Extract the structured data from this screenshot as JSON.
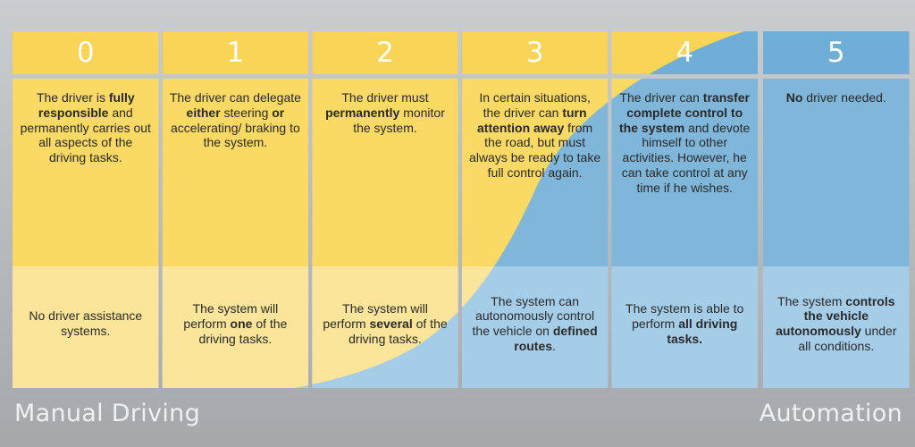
{
  "colors": {
    "yellow": "#fbd965",
    "yellow_light": "#fbe59a",
    "blue": "#7fb6da",
    "blue_light": "#a5cde8",
    "header_yellow": "#f9d457",
    "header_blue": "#6faed8"
  },
  "levels": [
    {
      "number": "0",
      "top": [
        {
          "t": "The driver is "
        },
        {
          "b": "fully responsible"
        },
        {
          "t": " and permanently carries out all aspects of the driving tasks."
        }
      ],
      "bottom": [
        {
          "t": "No driver assistance systems."
        }
      ]
    },
    {
      "number": "1",
      "top": [
        {
          "t": "The driver can delegate "
        },
        {
          "b": "either"
        },
        {
          "t": " steering "
        },
        {
          "b": "or"
        },
        {
          "t": " accelerating/ braking to the system."
        }
      ],
      "bottom": [
        {
          "t": "The system will perform "
        },
        {
          "b": "one"
        },
        {
          "t": " of the driving tasks."
        }
      ]
    },
    {
      "number": "2",
      "top": [
        {
          "t": "The driver must "
        },
        {
          "b": "permanently"
        },
        {
          "t": " monitor the system."
        }
      ],
      "bottom": [
        {
          "t": "The system will perform "
        },
        {
          "b": "several"
        },
        {
          "t": " of the driving tasks."
        }
      ]
    },
    {
      "number": "3",
      "top": [
        {
          "t": "In certain situations, the driver can "
        },
        {
          "b": "turn attention away"
        },
        {
          "t": " from the road, but must always be ready to take full control again."
        }
      ],
      "bottom": [
        {
          "t": "The system can autonomously control the vehicle on "
        },
        {
          "b": "defined routes"
        },
        {
          "t": "."
        }
      ]
    },
    {
      "number": "4",
      "top": [
        {
          "t": "The driver can "
        },
        {
          "b": "transfer complete control to the system"
        },
        {
          "t": " and devote himself to other activities. However, he can take control at any time if he wishes."
        }
      ],
      "bottom": [
        {
          "t": "The system is able to perform "
        },
        {
          "b": "all driving tasks."
        }
      ]
    },
    {
      "number": "5",
      "top": [
        {
          "b": "No"
        },
        {
          "t": " driver needed."
        }
      ],
      "bottom": [
        {
          "t": "The system "
        },
        {
          "b": "controls the vehicle autonomously"
        },
        {
          "t": " under all conditions."
        }
      ]
    }
  ],
  "labels": {
    "left": "Manual Driving",
    "right": "Automation"
  }
}
